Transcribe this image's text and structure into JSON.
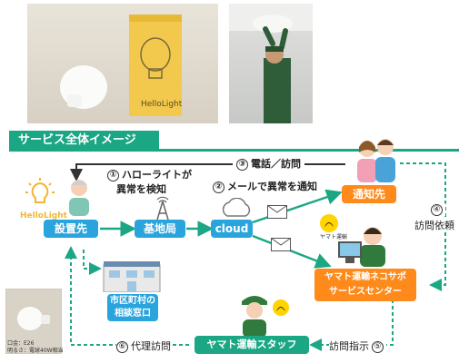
{
  "banner": {
    "title": "サービス全体イメージ"
  },
  "photos": {
    "product_logo": "HelloLight",
    "small_caption_1": "口金：E26",
    "small_caption_2": "明るさ：電球40W相当"
  },
  "nodes": {
    "hellolight_logo": "HelloLight",
    "setting": "設置先",
    "base_station": "基地局",
    "cloud": "cloud",
    "notify": "通知先",
    "yamato_center_1": "ヤマト運輸ネコサポ",
    "yamato_center_2": "サービスセンター",
    "staff": "ヤマト運輸スタッフ",
    "city_1": "市区町村の",
    "city_2": "相談窓口",
    "yamato_badge": "ヤマト運輸"
  },
  "steps": {
    "s1_num": "①",
    "s1_line1": "ハローライトが",
    "s1_line2": "異常を検知",
    "s2_num": "②",
    "s2_text": "メールで異常を通知",
    "s3_num": "③",
    "s3_text": "電話／訪問",
    "s4_num": "④",
    "s4_text": "訪問依頼",
    "s5_num": "⑤",
    "s5_text": "訪問指示",
    "s6_num": "⑥",
    "s6_text": "代理訪問"
  },
  "colors": {
    "green": "#1ba784",
    "blue": "#2aa4dc",
    "orange": "#ff8a1c",
    "yamato_yellow": "#ffd400"
  }
}
